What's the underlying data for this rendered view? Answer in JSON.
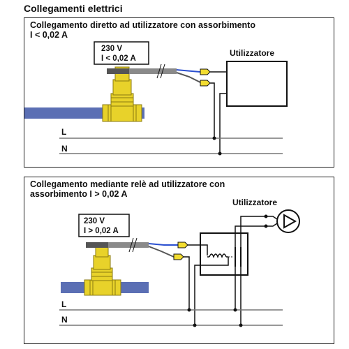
{
  "page": {
    "title": "Collegamenti elettrici"
  },
  "panel1": {
    "title_line1": "Collegamento diretto ad utilizzatore con assorbimento",
    "title_line2": "I < 0,02 A",
    "spec_voltage": "230 V",
    "spec_current": "I < 0,02 A",
    "load_label": "Utilizzatore",
    "line_L": "L",
    "line_N": "N"
  },
  "panel2": {
    "title_line1": "Collegamento mediante relè ad utilizzatore con",
    "title_line2": "assorbimento I > 0,02 A",
    "spec_voltage": "230 V",
    "spec_current": "I > 0,02 A",
    "load_label": "Utilizzatore",
    "line_L": "L",
    "line_N": "N"
  },
  "colors": {
    "pipe": "#5b6fb4",
    "brass": "#e8d22a",
    "brass_dark": "#8a7a10",
    "wire_blue": "#2a4fd0",
    "terminal": "#f2dc30"
  }
}
